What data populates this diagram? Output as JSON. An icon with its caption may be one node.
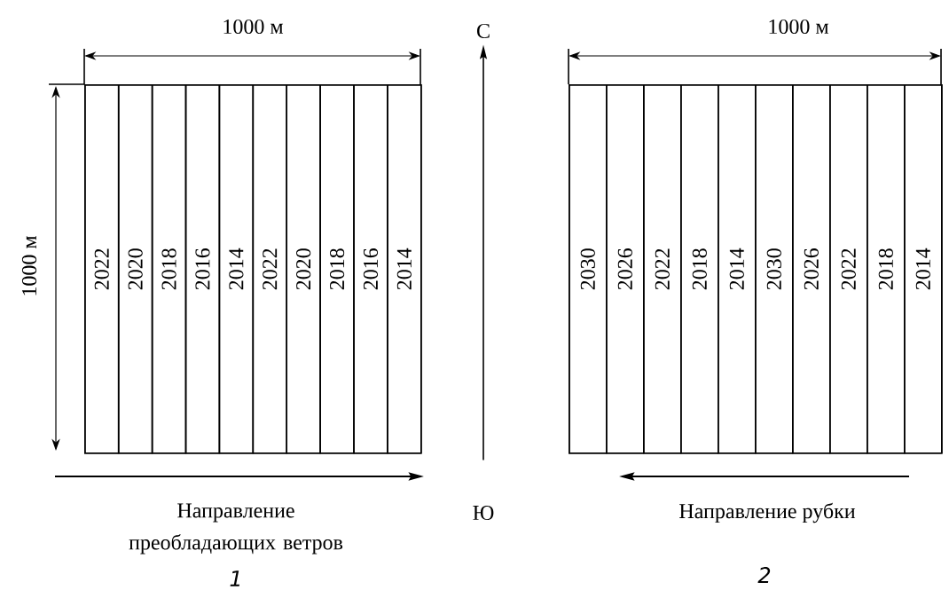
{
  "diagram": {
    "nodes": [
      {
        "text": [],
        "shape": "box"
      },
      {
        "text": [
          "2022"
        ],
        "in": 0
      },
      {
        "text": [
          "2020"
        ],
        "in": 0
      },
      {
        "text": [
          "2018"
        ],
        "in": 0
      },
      {
        "text": [
          "2016"
        ],
        "in": 0
      },
      {
        "text": [
          "2014"
        ],
        "in": 0
      },
      {
        "text": [
          "2022"
        ],
        "in": 0
      },
      {
        "text": [
          "2020"
        ],
        "in": 0
      },
      {
        "text": [
          "2018"
        ],
        "in": 0
      },
      {
        "text": [
          "2016"
        ],
        "in": 0
      },
      {
        "text": [
          "2014"
        ],
        "in": 0
      },
      {
        "text": [],
        "shape": "box"
      },
      {
        "text": [
          "2030"
        ],
        "in": 11
      },
      {
        "text": [
          "2026"
        ],
        "in": 11
      },
      {
        "text": [
          "2022"
        ],
        "in": 11
      },
      {
        "text": [
          "2018"
        ],
        "in": 11
      },
      {
        "text": [
          "2014"
        ],
        "in": 11
      },
      {
        "text": [
          "2030"
        ],
        "in": 11
      },
      {
        "text": [
          "2026"
        ],
        "in": 11
      },
      {
        "text": [
          "2022"
        ],
        "in": 11
      },
      {
        "text": [
          "2018"
        ],
        "in": 11
      },
      {
        "text": [
          "2014"
        ],
        "in": 11
      },
      {
        "text": [
          "С"
        ]
      },
      {
        "text": [
          "Ю"
        ]
      }
    ],
    "edges": [
      {
        "from": 23,
        "to": 22,
        "arrow": "to"
      }
    ],
    "labels": [
      "1000 м",
      "1000 м",
      "1000 м",
      "Направление преобладающих ветров",
      "Направление рубки",
      "1",
      "2"
    ]
  }
}
